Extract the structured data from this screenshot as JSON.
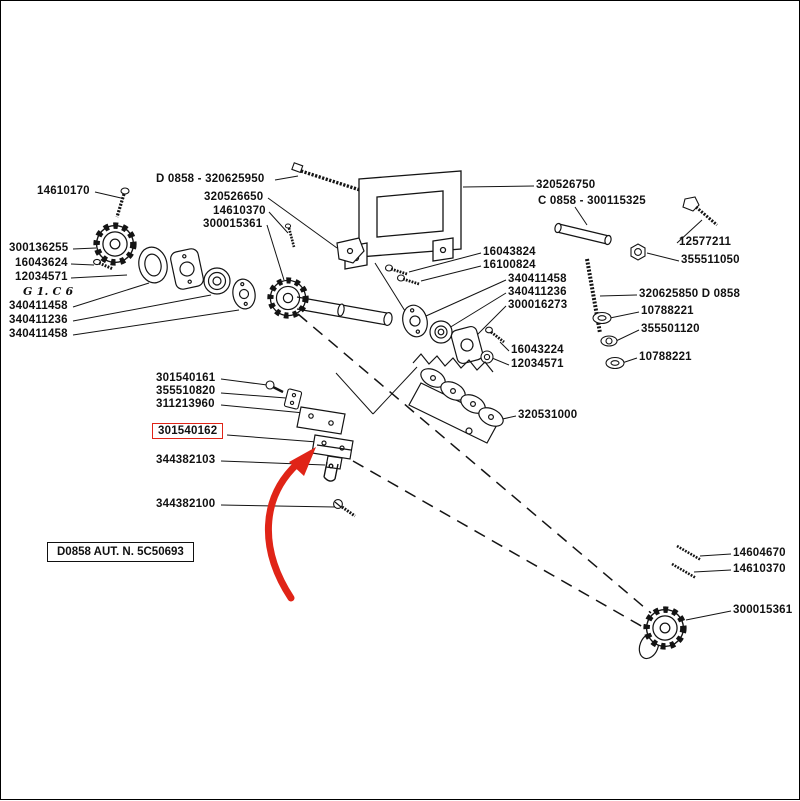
{
  "page": {
    "background": "#ffffff"
  },
  "colors": {
    "line": "#141414",
    "highlight_red": "#e02417"
  },
  "note": {
    "text": "D0858 AUT. N. 5C50693"
  },
  "highlight": {
    "part_number": "301540162"
  },
  "labels": [
    {
      "text": "14610170"
    },
    {
      "text": "300136255"
    },
    {
      "text": "16043624"
    },
    {
      "text": "12034571"
    },
    {
      "text": "G 1. C 6"
    },
    {
      "text": "340411458"
    },
    {
      "text": "340411236"
    },
    {
      "text": "340411458"
    },
    {
      "text": "D 0858 - 320625950"
    },
    {
      "text": "320526650"
    },
    {
      "text": "14610370"
    },
    {
      "text": "300015361"
    },
    {
      "text": "320526750"
    },
    {
      "text": "C 0858 - 300115325"
    },
    {
      "text": "12577211"
    },
    {
      "text": "355511050"
    },
    {
      "text": "16043824"
    },
    {
      "text": "16100824"
    },
    {
      "text": "340411458"
    },
    {
      "text": "340411236"
    },
    {
      "text": "300016273"
    },
    {
      "text": "320625850 D 0858"
    },
    {
      "text": "10788221"
    },
    {
      "text": "355501120"
    },
    {
      "text": "10788221"
    },
    {
      "text": "16043224"
    },
    {
      "text": "12034571"
    },
    {
      "text": "301540161"
    },
    {
      "text": "355510820"
    },
    {
      "text": "311213960"
    },
    {
      "text": "301540162"
    },
    {
      "text": "344382103"
    },
    {
      "text": "344382100"
    },
    {
      "text": "320531000"
    },
    {
      "text": "14604670"
    },
    {
      "text": "14610370"
    },
    {
      "text": "300015361"
    }
  ]
}
